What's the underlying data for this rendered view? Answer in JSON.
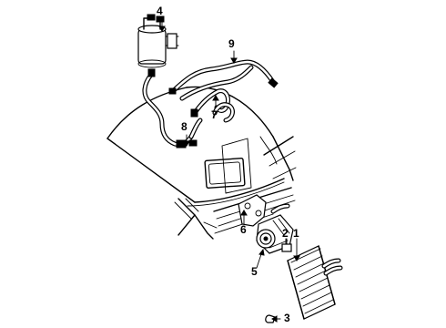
{
  "callouts": [
    {
      "id": "1",
      "part": "condenser"
    },
    {
      "id": "2",
      "part": "switch"
    },
    {
      "id": "3",
      "part": "clip"
    },
    {
      "id": "4",
      "part": "accumulator"
    },
    {
      "id": "5",
      "part": "compressor"
    },
    {
      "id": "6",
      "part": "bracket"
    },
    {
      "id": "7",
      "part": "hose"
    },
    {
      "id": "8",
      "part": "hose"
    },
    {
      "id": "9",
      "part": "tube"
    }
  ]
}
